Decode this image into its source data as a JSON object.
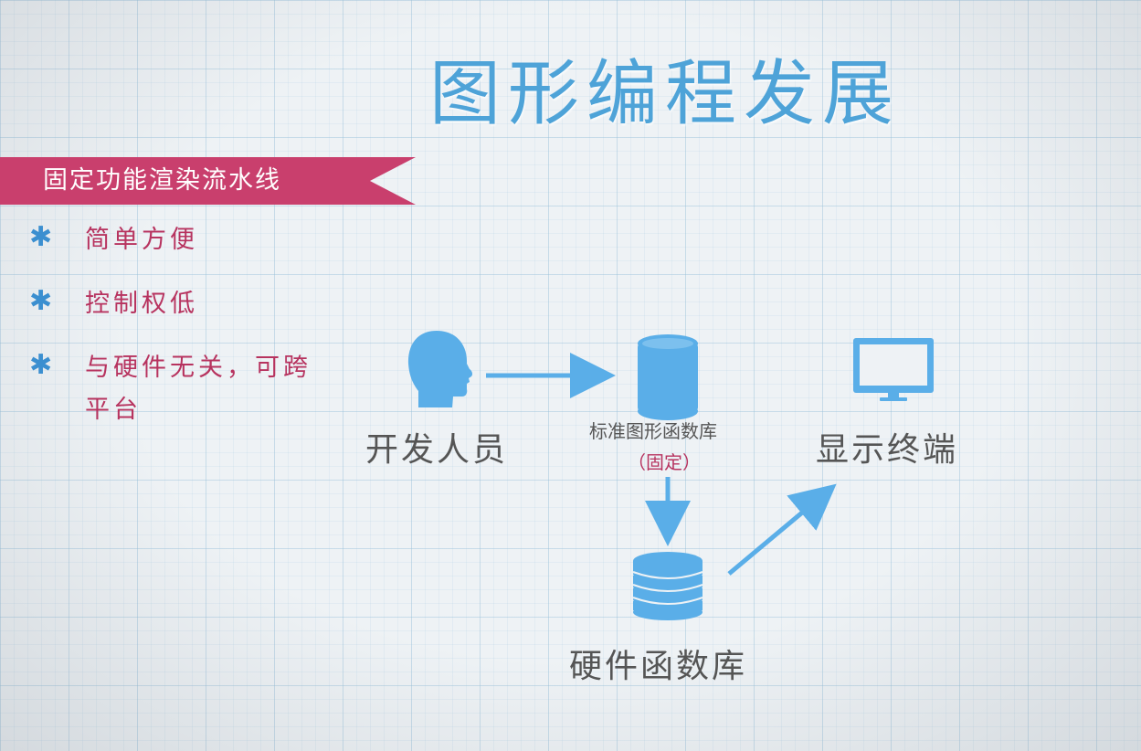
{
  "title": "图形编程发展",
  "banner": {
    "label": "固定功能渲染流水线"
  },
  "bullets": [
    {
      "text": "简单方便"
    },
    {
      "text": "控制权低"
    },
    {
      "text": "与硬件无关，可跨平台"
    }
  ],
  "diagram": {
    "developer_label": "开发人员",
    "library_label": "标准图形函数库",
    "library_note": "（固定）",
    "display_label": "显示终端",
    "hardware_label": "硬件函数库"
  },
  "colors": {
    "title": "#4ea3d8",
    "banner": "#c93f6d",
    "bullet_text": "#b7335f",
    "icon": "#5aaee8"
  }
}
